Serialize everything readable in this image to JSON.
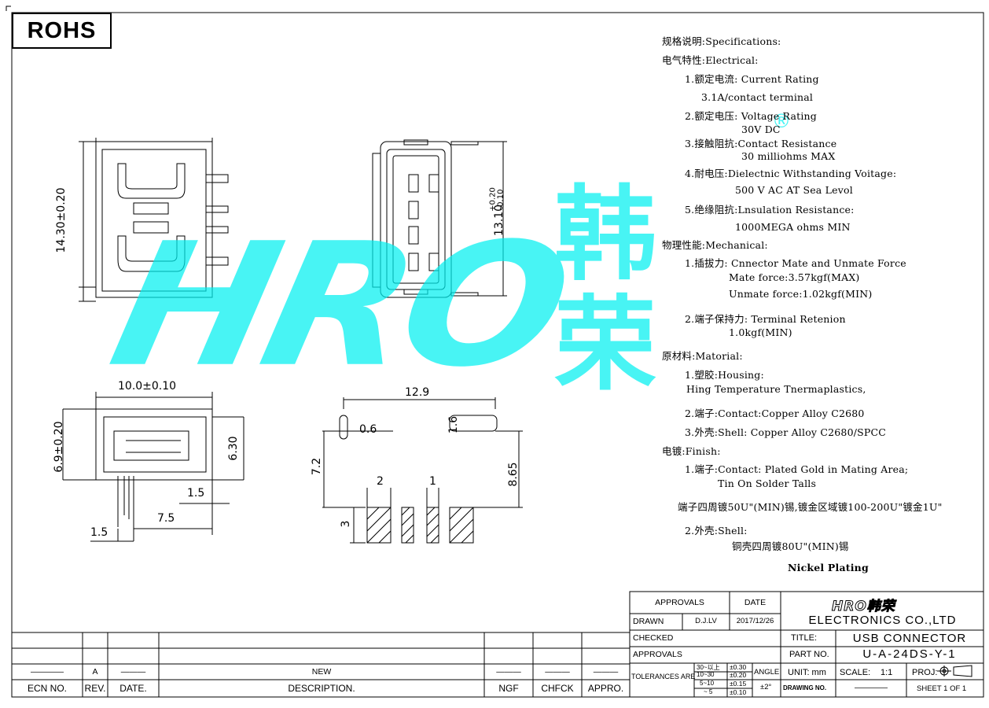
{
  "rohs_label": "ROHS",
  "watermark": {
    "logo": "HRO",
    "cn": "韩荣",
    "reg": "®"
  },
  "specs": [
    "规格说明:Specifications:",
    "电气特性:Electrical:",
    "1.额定电流: Current Rating",
    "3.1A/contact terminal",
    "2.额定电压: Voltage Rating",
    "30V DC",
    "3.接触阻抗:Contact Resistance",
    "30 milliohms MAX",
    "4.耐电压:Dielectnic Withstanding Voitage:",
    "500 V AC AT Sea Levol",
    "5.绝缘阻抗:Lnsulation Resistance:",
    "1000MEGA ohms MIN",
    "物理性能:Mechanical:",
    "1.插拔力: Cnnector Mate and Unmate Force",
    "Mate force:3.57kgf(MAX)",
    "Unmate force:1.02kgf(MIN)",
    "2.端子保持力: Terminal Retenion",
    "1.0kgf(MIN)",
    "原材料:Matorial:",
    "1.塑胶:Housing:",
    "Hing Temperature  Tnermaplastics,",
    "2.端子:Contact:Copper Alloy C2680",
    "3.外壳:Shell: Copper Alloy C2680/SPCC",
    "电镀:Finish:",
    "1.端子:Contact: Plated Gold in Mating Area;",
    "Tin On Solder Talls",
    "端子四周镀50U\"(MIN)锡,镀金区域镀100-200U\"镀金1U\"",
    "2.外壳:Shell:",
    "铜壳四周镀80U\"(MIN)锡",
    "Nickel Plating"
  ],
  "dims": {
    "top_height": "14.30±0.20",
    "top_right_height": "13.10",
    "tol_plus": "+0.20",
    "tol_minus": "-0.10",
    "side_width": "10.0±0.10",
    "side_height": "6.9±0.20",
    "side_inner": "6.30",
    "side_15a": "1.5",
    "side_75": "7.5",
    "side_15b": "1.5",
    "pcb_span": "12.9",
    "pcb_06": "0.6",
    "pcb_16": "1.6",
    "pcb_72": "7.2",
    "pcb_865": "8.65",
    "pcb_2": "2",
    "pcb_1": "1",
    "pcb_3": "3"
  },
  "revision": {
    "headers": [
      "ECN NO.",
      "REV.",
      "DATE.",
      "DESCRIPTION.",
      "NGF",
      "CHFCK",
      "APPRO."
    ],
    "row": {
      "ecn": "————",
      "rev": "A",
      "date": "———",
      "desc": "NEW",
      "ngf": "———",
      "check": "———",
      "appro": "———"
    }
  },
  "title_block": {
    "approvals": "APPROVALS",
    "date_label": "DATE",
    "drawn_label": "DRAWN",
    "drawn_by": "D.J.LV",
    "drawn_date": "2017/12/26",
    "checked_label": "CHECKED",
    "approvals2": "APPROVALS",
    "tolerances": "TOLERANCES ARE",
    "tol_ranges": [
      "30~以上",
      "10~30",
      "5~10",
      "~ 5"
    ],
    "tol_values": [
      "±0.30",
      "±0.20",
      "±0.15",
      "±0.10"
    ],
    "angle_label": "ANGLE",
    "angle_value": "±2°",
    "company_logo": "HRO韩荣",
    "company": "ELECTRONICS CO.,LTD",
    "title_label": "TITLE:",
    "title_value": "USB CONNECTOR",
    "partno_label": "PART NO.",
    "partno_value": "U-A-24DS-Y-1",
    "unit": "UNIT: mm",
    "scale_label": "SCALE:",
    "scale_value": "1:1",
    "proj": "PROJ:",
    "drawing_no": "DRAWING NO.",
    "drawing_no_value": "————",
    "sheet": "SHEET  1  OF  1"
  }
}
